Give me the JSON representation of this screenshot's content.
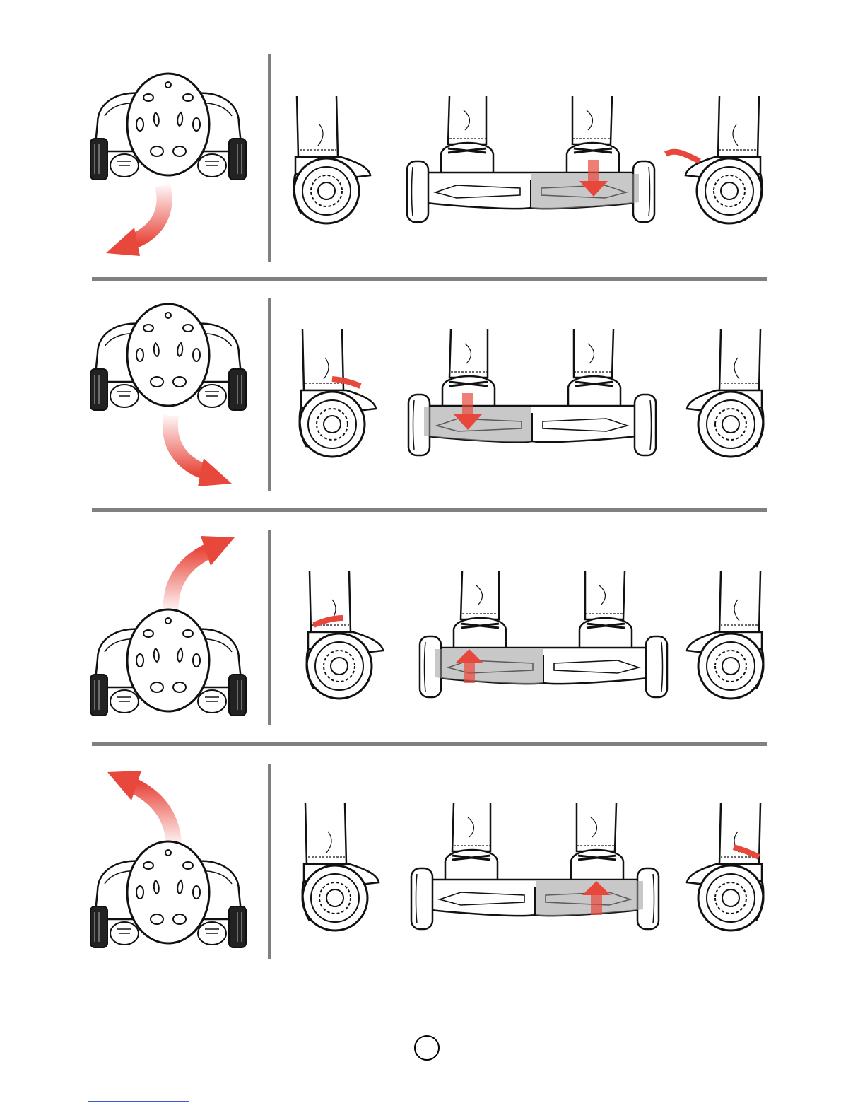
{
  "page": {
    "number": "",
    "accent_color": "#e8473c",
    "separator_color": "#808080",
    "line_color": "#111111"
  },
  "panels": [
    {
      "id": "turn-left-forward",
      "head_arrow": "curve-down-left",
      "icon": "helmet-rider-icon"
    },
    {
      "id": "turn-right-forward",
      "head_arrow": "curve-down-right",
      "icon": "helmet-rider-icon"
    },
    {
      "id": "turn-right-backward",
      "head_arrow": "curve-up-right",
      "icon": "helmet-rider-icon"
    },
    {
      "id": "turn-left-backward",
      "head_arrow": "curve-up-left",
      "icon": "helmet-rider-icon"
    }
  ]
}
